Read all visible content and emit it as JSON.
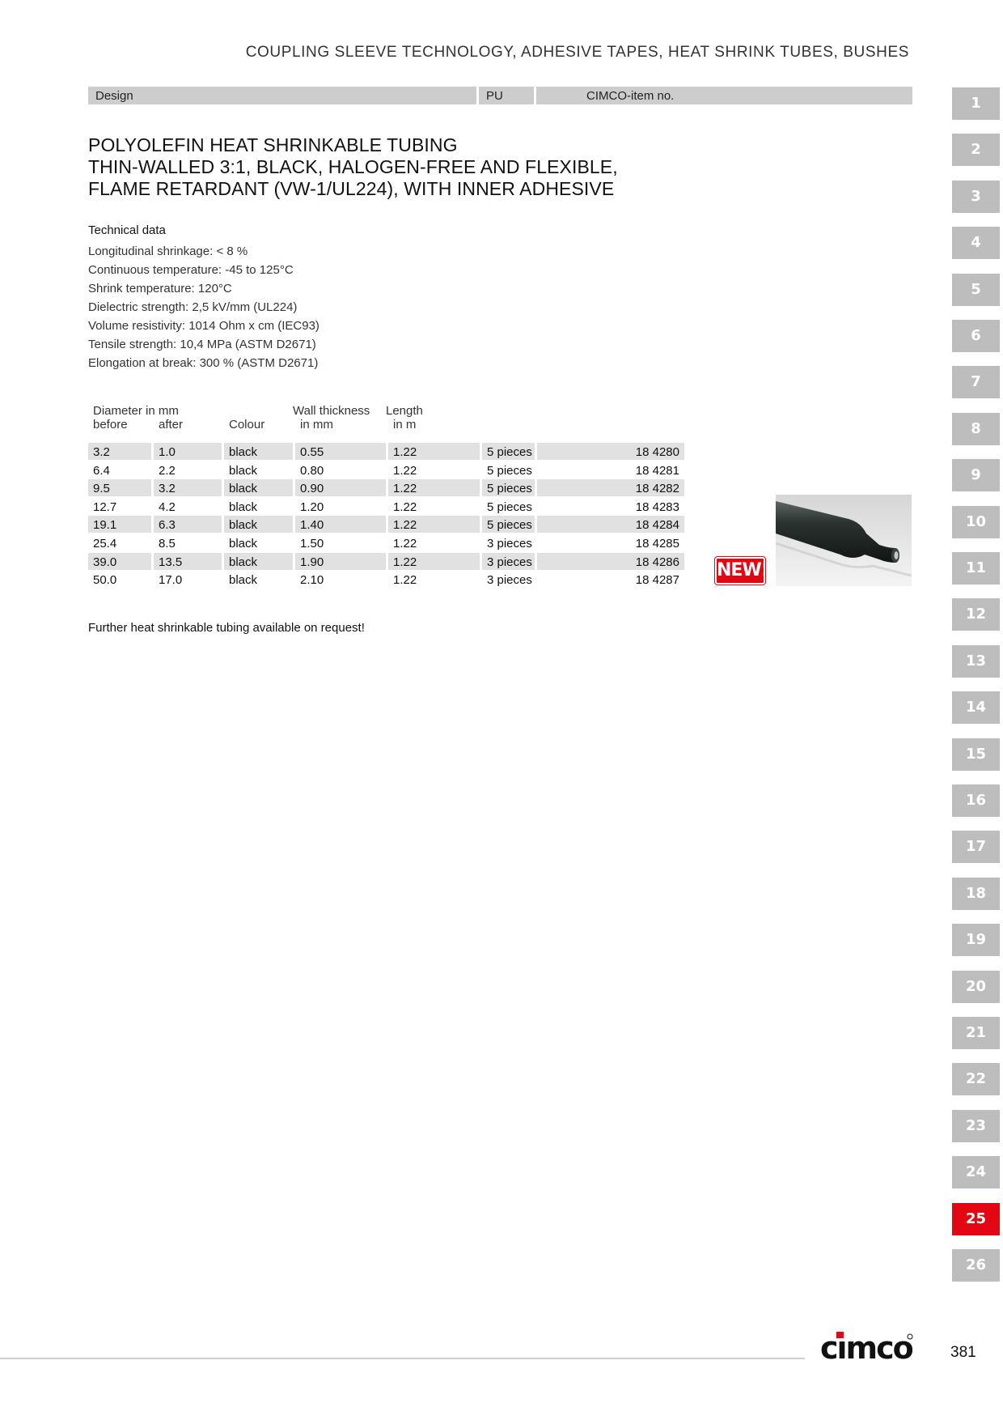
{
  "section_title": "COUPLING SLEEVE TECHNOLOGY, ADHESIVE TAPES, HEAT SHRINK TUBES, BUSHES",
  "header_bar": {
    "design": "Design",
    "pu": "PU",
    "item_no": "CIMCO-item no."
  },
  "title_lines": [
    "POLYOLEFIN HEAT SHRINKABLE TUBING",
    "THIN-WALLED 3:1, BLACK, HALOGEN-FREE AND FLEXIBLE,",
    "FLAME RETARDANT (VW-1/UL224), WITH INNER ADHESIVE"
  ],
  "technical_data": {
    "heading": "Technical data",
    "items": [
      "Longitudinal shrinkage: < 8 %",
      "Continuous temperature: -45 to 125°C",
      "Shrink temperature: 120°C",
      "Dielectric strength: 2,5 kV/mm (UL224)",
      "Volume resistivity: 1014 Ohm x cm (IEC93)",
      "Tensile strength: 10,4 MPa (ASTM D2671)",
      "Elongation at break: 300 % (ASTM D2671)"
    ]
  },
  "table": {
    "headers": {
      "diameter": "Diameter in mm",
      "before": "before",
      "after": "after",
      "colour": "Colour",
      "wall_1": "Wall thickness",
      "wall_2": "in mm",
      "length_1": "Length",
      "length_2": "in m"
    },
    "rows": [
      [
        "3.2",
        "1.0",
        "black",
        "0.55",
        "1.22",
        "5 pieces",
        "18 4280"
      ],
      [
        "6.4",
        "2.2",
        "black",
        "0.80",
        "1.22",
        "5 pieces",
        "18 4281"
      ],
      [
        "9.5",
        "3.2",
        "black",
        "0.90",
        "1.22",
        "5 pieces",
        "18 4282"
      ],
      [
        "12.7",
        "4.2",
        "black",
        "1.20",
        "1.22",
        "5 pieces",
        "18 4283"
      ],
      [
        "19.1",
        "6.3",
        "black",
        "1.40",
        "1.22",
        "5 pieces",
        "18 4284"
      ],
      [
        "25.4",
        "8.5",
        "black",
        "1.50",
        "1.22",
        "3 pieces",
        "18 4285"
      ],
      [
        "39.0",
        "13.5",
        "black",
        "1.90",
        "1.22",
        "3 pieces",
        "18 4286"
      ],
      [
        "50.0",
        "17.0",
        "black",
        "2.10",
        "1.22",
        "3 pieces",
        "18 4287"
      ]
    ]
  },
  "new_badge": "NEW!",
  "footer_note": "Further heat shrinkable tubing available on request!",
  "tabs": [
    "1",
    "2",
    "3",
    "4",
    "5",
    "6",
    "7",
    "8",
    "9",
    "10",
    "11",
    "12",
    "13",
    "14",
    "15",
    "16",
    "17",
    "18",
    "19",
    "20",
    "21",
    "22",
    "23",
    "24",
    "25",
    "26"
  ],
  "active_tab": "25",
  "logo_text": "cimco",
  "page_number": "381",
  "colors": {
    "accent": "#e30613",
    "tab_gray": "#bdbdbd",
    "row_shade": "#e1e1e1"
  }
}
